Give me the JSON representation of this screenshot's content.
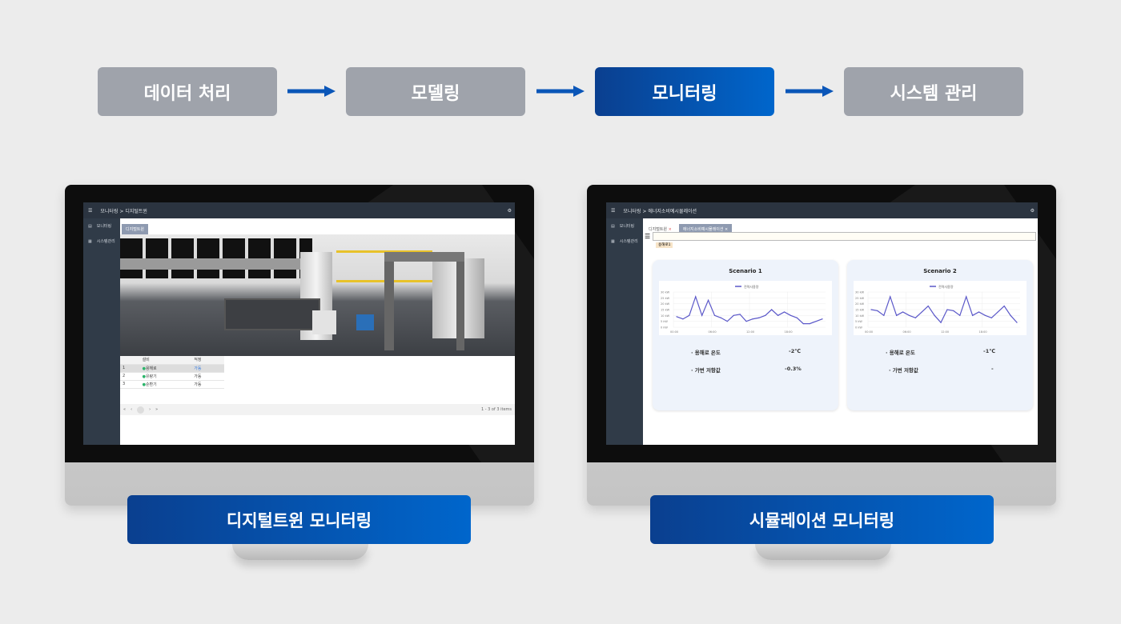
{
  "steps": [
    {
      "label": "데이터 처리",
      "active": false
    },
    {
      "label": "모델링",
      "active": false
    },
    {
      "label": "모니터링",
      "active": true
    },
    {
      "label": "시스템 관리",
      "active": false
    }
  ],
  "colors": {
    "accent": "#0056b3",
    "inactive": "#9fa3ab",
    "line": "#5b58c9"
  },
  "left": {
    "caption": "디지털트윈 모니터링",
    "breadcrumb": "모니터링 > 디지털트윈",
    "sidebar": [
      "모니터링",
      "시스템관리"
    ],
    "tab": "디지털트윈",
    "table": {
      "headers": [
        "설비",
        "적정"
      ],
      "rows": [
        [
          "1",
          "용해로",
          "가동"
        ],
        [
          "2",
          "유량기",
          "가동"
        ],
        [
          "3",
          "순환기",
          "가동"
        ]
      ]
    },
    "pager": "1 - 3 of 3 items"
  },
  "right": {
    "caption": "시뮬레이션 모니터링",
    "breadcrumb": "모니터링 > 에너지소비예시뮬레이션",
    "sidebar": [
      "모니터링",
      "시스템관리"
    ],
    "tabs": [
      "디지털트윈",
      "에너지소비예시뮬레이션"
    ],
    "filter_chip": "용해로1",
    "cards": [
      {
        "title": "Scenario 1",
        "rows": [
          {
            "label": "용해로 온도",
            "value": "-2℃"
          },
          {
            "label": "가변 저항값",
            "value": "-0.3%"
          }
        ]
      },
      {
        "title": "Scenario 2",
        "rows": [
          {
            "label": "용해로 온도",
            "value": "-1℃"
          },
          {
            "label": "가변 저항값",
            "value": "-"
          }
        ]
      }
    ]
  },
  "chart_data": [
    {
      "type": "line",
      "title": "Scenario 1",
      "legend": "전력사용량",
      "legend_position": "top",
      "grid": true,
      "ylim": [
        0,
        30
      ],
      "yticks": [
        "0 kW",
        "5 kW",
        "10 kW",
        "15 kW",
        "20 kW",
        "25 kW",
        "30 kW"
      ],
      "xticks": [
        "00:00",
        "06:00",
        "12:00",
        "18:00"
      ],
      "series": [
        {
          "name": "전력사용량",
          "values": [
            9,
            7,
            10,
            26,
            10,
            23,
            10,
            8,
            5,
            10,
            11,
            5,
            7,
            8,
            10,
            15,
            10,
            13,
            10,
            8,
            3,
            3,
            5,
            7
          ]
        }
      ]
    },
    {
      "type": "line",
      "title": "Scenario 2",
      "legend": "전력사용량",
      "legend_position": "top",
      "grid": true,
      "ylim": [
        0,
        30
      ],
      "yticks": [
        "0 kW",
        "5 kW",
        "10 kW",
        "15 kW",
        "20 kW",
        "25 kW",
        "30 kW"
      ],
      "xticks": [
        "00:00",
        "06:00",
        "12:00",
        "18:00"
      ],
      "series": [
        {
          "name": "전력사용량",
          "values": [
            15,
            14,
            10,
            26,
            10,
            13,
            10,
            8,
            13,
            18,
            10,
            4,
            15,
            14,
            10,
            26,
            10,
            13,
            10,
            8,
            13,
            18,
            10,
            4
          ]
        }
      ]
    }
  ]
}
